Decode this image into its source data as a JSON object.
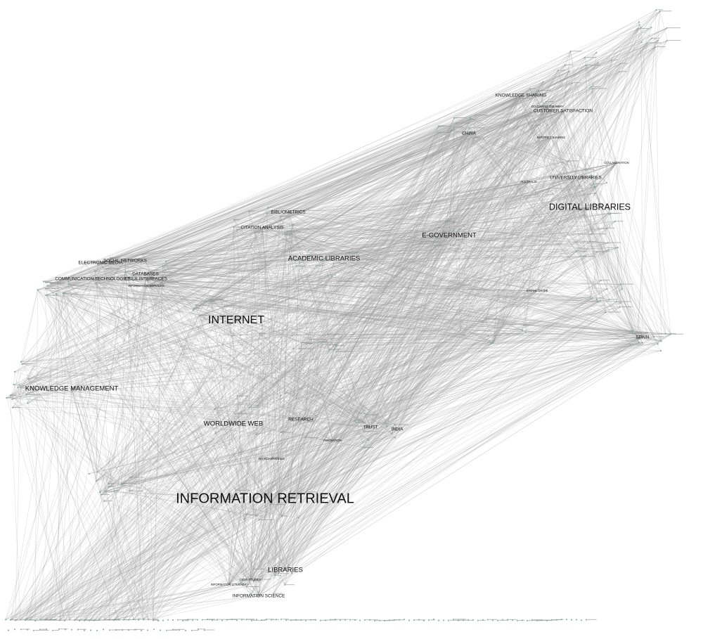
{
  "graph": {
    "background": "#ffffff",
    "edge_color": "#9a9a9a",
    "node_color": "#7fa8a0",
    "label_color": "#111111",
    "labels": [
      {
        "key": "information_retrieval",
        "text": "INFORMATION RETRIEVAL",
        "weight": 5
      },
      {
        "key": "internet",
        "text": "INTERNET",
        "weight": 4
      },
      {
        "key": "digital_libraries",
        "text": "DIGITAL LIBRARIES",
        "weight": 3
      },
      {
        "key": "knowledge_management",
        "text": "KNOWLEDGE MANAGEMENT",
        "weight": 2
      },
      {
        "key": "worldwide_web",
        "text": "WORLDWIDE WEB",
        "weight": 2
      },
      {
        "key": "libraries",
        "text": "LIBRARIES",
        "weight": 2
      },
      {
        "key": "academic_libraries",
        "text": "ACADEMIC LIBRARIES",
        "weight": 2
      },
      {
        "key": "e_government",
        "text": "E-GOVERNMENT",
        "weight": 2
      },
      {
        "key": "research",
        "text": "RESEARCH",
        "weight": 1
      },
      {
        "key": "citation_analysis",
        "text": "CITATION ANALYSIS",
        "weight": 1
      },
      {
        "key": "bibliometrics",
        "text": "BIBLIOMETRICS",
        "weight": 1
      },
      {
        "key": "social_networks",
        "text": "SOCIAL NETWORKS",
        "weight": 1
      },
      {
        "key": "electronic_media",
        "text": "ELECTRONIC MEDIA",
        "weight": 1
      },
      {
        "key": "databases",
        "text": "DATABASES",
        "weight": 1
      },
      {
        "key": "user_interfaces",
        "text": "USER INTERFACES",
        "weight": 1
      },
      {
        "key": "communication_technologies",
        "text": "COMMUNICATION TECHNOLOGIES",
        "weight": 1
      },
      {
        "key": "china",
        "text": "CHINA",
        "weight": 1
      },
      {
        "key": "university_libraries",
        "text": "UNIVERSITY LIBRARIES",
        "weight": 1
      },
      {
        "key": "knowledge_sharing",
        "text": "KNOWLEDGE SHARING",
        "weight": 1
      },
      {
        "key": "customer_satisfaction",
        "text": "CUSTOMER SATISFACTION",
        "weight": 1
      },
      {
        "key": "trust",
        "text": "TRUST",
        "weight": 1
      },
      {
        "key": "india",
        "text": "INDIA",
        "weight": 1
      },
      {
        "key": "information_science",
        "text": "INFORMATION SCIENCE",
        "weight": 1
      },
      {
        "key": "spain",
        "text": "SPAIN",
        "weight": 1
      },
      {
        "key": "search_engines",
        "text": "SEARCH ENGINES",
        "weight": 0
      },
      {
        "key": "innovation",
        "text": "INNOVATION",
        "weight": 0
      },
      {
        "key": "information_literacy",
        "text": "INFORMATION LITERACY",
        "weight": 0
      },
      {
        "key": "user_studies",
        "text": "USER STUDIES",
        "weight": 0
      },
      {
        "key": "collaboration",
        "text": "COLLABORATION",
        "weight": 0
      },
      {
        "key": "document_delivery",
        "text": "DOCUMENT DELIVERY",
        "weight": 0
      },
      {
        "key": "information_services",
        "text": "INFORMATION SERVICES",
        "weight": 0
      },
      {
        "key": "digital_divide",
        "text": "DIGITAL DIVIDE",
        "weight": 0
      },
      {
        "key": "australia",
        "text": "AUSTRALIA",
        "weight": 0
      },
      {
        "key": "internet_banking",
        "text": "INTERNET BANKING",
        "weight": 0
      }
    ]
  }
}
